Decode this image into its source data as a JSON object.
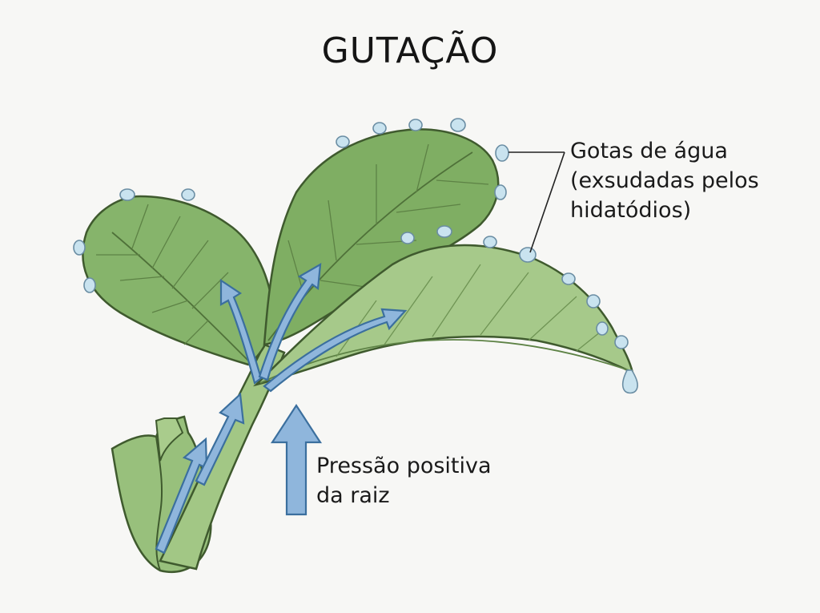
{
  "title": "GUTAÇÃO",
  "labels": {
    "drops": {
      "line1": "Gotas de água",
      "line2": "(exsudadas pelos",
      "line3": "hidatódios)"
    },
    "pressure": {
      "line1": "Pressão positiva",
      "line2": "da raiz"
    }
  },
  "colors": {
    "leaf_dark": "#7fae63",
    "leaf_light": "#a6c98a",
    "stem": "#9cc27f",
    "arrow_fill": "#8fb6dc",
    "arrow_stroke": "#3b6f9e",
    "drop": "#c9e3ef"
  }
}
